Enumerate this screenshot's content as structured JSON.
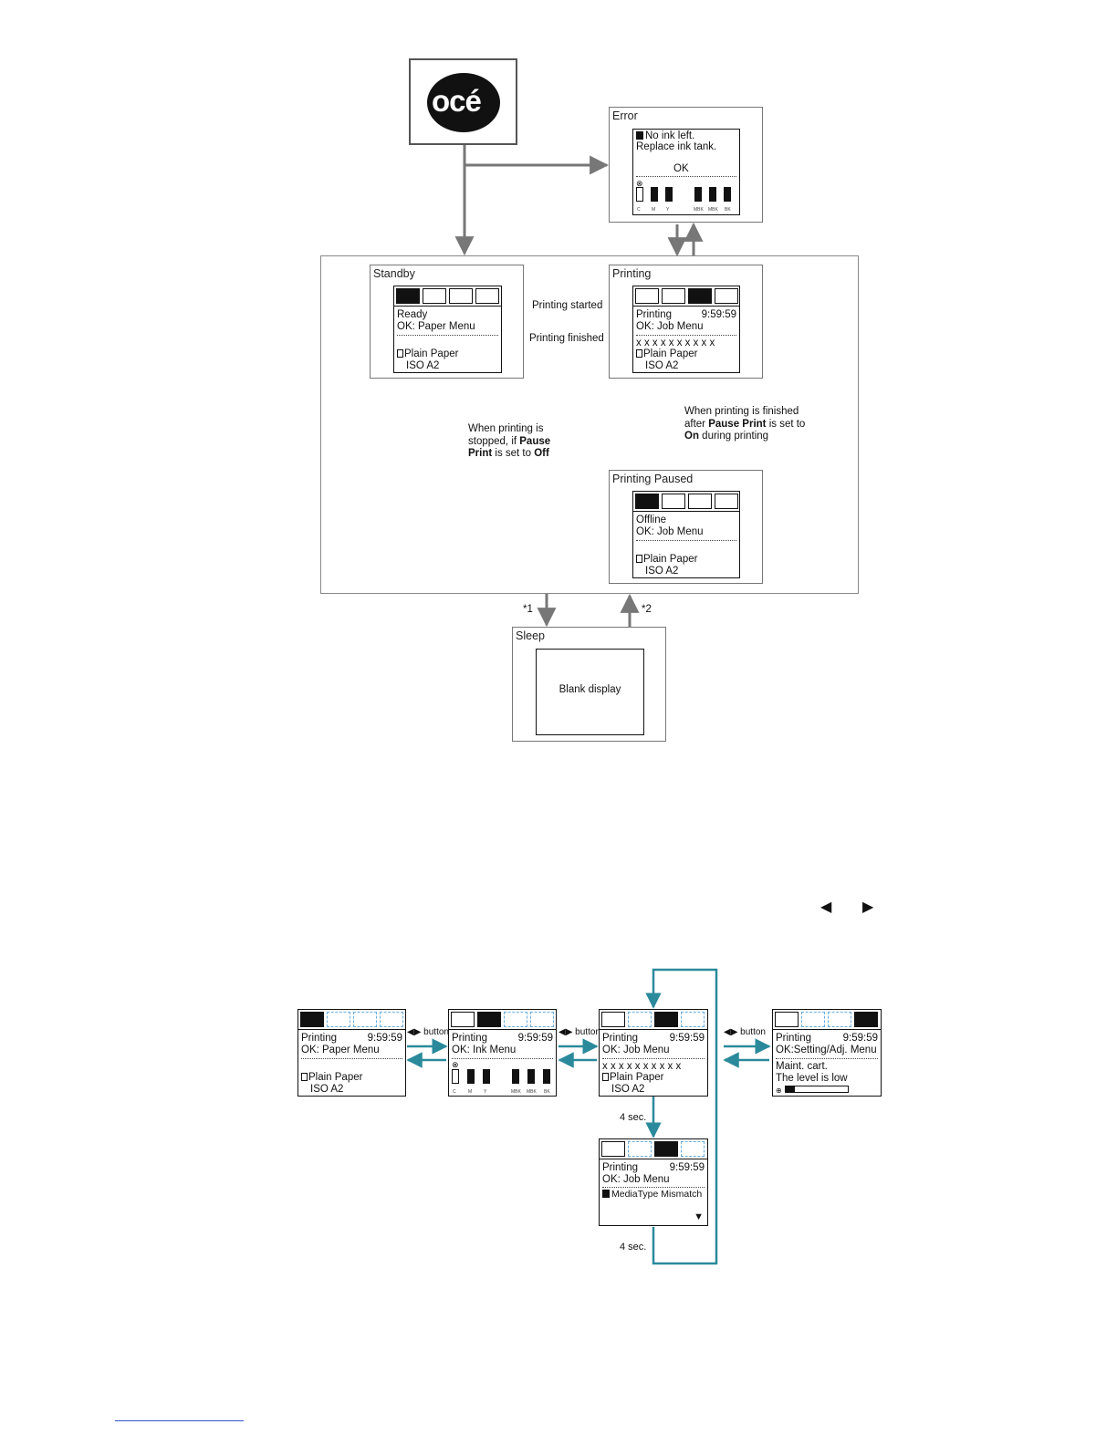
{
  "logo": {
    "text": "océ"
  },
  "error_box": {
    "title": "Error",
    "line1": "No ink left.",
    "line2": "Replace ink tank.",
    "ok": "OK",
    "ink_labels": [
      "C",
      "M",
      "Y",
      "MBK",
      "MBK",
      "BK"
    ]
  },
  "standby": {
    "title": "Standby",
    "line1": "Ready",
    "line2": "OK: Paper Menu",
    "paper": "Plain Paper",
    "size": "ISO A2"
  },
  "printing": {
    "title": "Printing",
    "line1": "Printing",
    "time": "9:59:59",
    "line2": "OK: Job Menu",
    "progress": "x x x x x x x x x x",
    "paper": "Plain Paper",
    "size": "ISO A2"
  },
  "paused": {
    "title": "Printing Paused",
    "line1": "Offline",
    "line2": "OK: Job Menu",
    "paper": "Plain Paper",
    "size": "ISO A2"
  },
  "sleep": {
    "title": "Sleep",
    "display": "Blank display"
  },
  "transitions": {
    "started": "Printing started",
    "finished": "Printing finished",
    "pause_on_1": "When printing is finished",
    "pause_on_2a": "after ",
    "pause_on_2b": "Pause Print",
    "pause_on_2c": " is set to",
    "pause_on_3a": "On",
    "pause_on_3b": " during printing",
    "pause_off_1": "When printing is",
    "pause_off_2a": "stopped, if ",
    "pause_off_2b": "Pause",
    "pause_off_3a": "Print",
    "pause_off_3b": " is set to ",
    "pause_off_3c": "Off",
    "note1": "*1",
    "note2": "*2"
  },
  "tab_flow": {
    "button_label": "button",
    "paper_screen": {
      "line1": "Printing",
      "time": "9:59:59",
      "line2": "OK: Paper Menu",
      "paper": "Plain Paper",
      "size": "ISO A2"
    },
    "ink_screen": {
      "line1": "Printing",
      "time": "9:59:59",
      "line2": "OK: Ink Menu",
      "ink_labels": [
        "C",
        "M",
        "Y",
        "MBK",
        "MBK",
        "BK"
      ]
    },
    "job_screen": {
      "line1": "Printing",
      "time": "9:59:59",
      "line2": "OK: Job Menu",
      "progress": "x x x x x x x x x x",
      "paper": "Plain Paper",
      "size": "ISO A2"
    },
    "setting_screen": {
      "line1": "Printing",
      "time": "9:59:59",
      "line2": "OK:Setting/Adj. Menu",
      "line3": "Maint. cart.",
      "line4": "The level is low"
    },
    "warning_screen": {
      "line1": "Printing",
      "time": "9:59:59",
      "line2": "OK: Job Menu",
      "warning": "MediaType Mismatch"
    },
    "delay1": "4 sec.",
    "delay2": "4 sec."
  },
  "colors": {
    "teal": "#2a8a9c",
    "gray": "#777777"
  }
}
